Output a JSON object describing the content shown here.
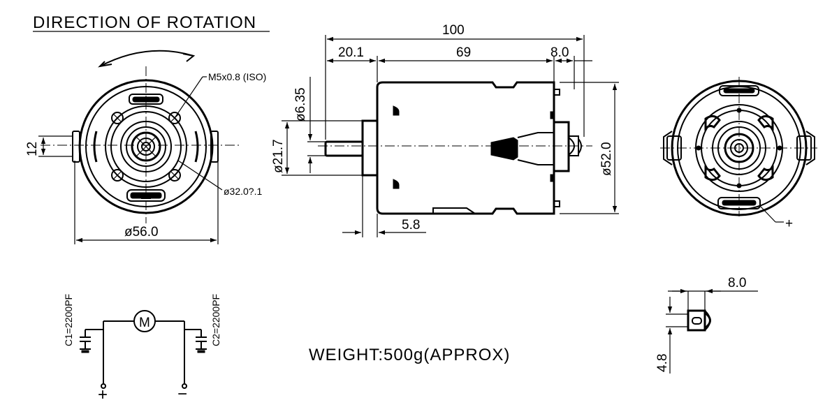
{
  "title": "DIRECTION OF ROTATION",
  "weight": "WEIGHT:500g(APPROX)",
  "front_view": {
    "thread_label": "M5x0.8 (ISO)",
    "bolt_circle_label": "ø32.0?.1",
    "outer_dia_label": "ø56.0",
    "terminal_dim": "12"
  },
  "side_view": {
    "overall_length": "100",
    "shaft_length": "20.1",
    "body_length": "69",
    "rear_length": "8.0",
    "shaft_dia": "ø6.35",
    "boss_dia": "ø21.7",
    "body_dia": "ø52.0",
    "flange_offset": "5.8"
  },
  "rear_view": {
    "polarity_label": "+"
  },
  "terminal_detail": {
    "width": "8.0",
    "height": "4.8"
  },
  "schematic": {
    "motor_symbol": "M",
    "cap1": "C1=2200PF",
    "cap2": "C2=2200PF",
    "plus": "+",
    "minus": "−"
  }
}
